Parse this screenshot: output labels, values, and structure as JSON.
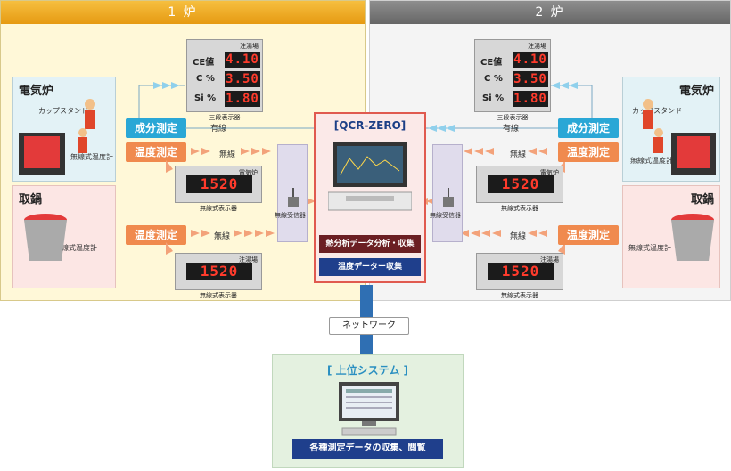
{
  "panels": {
    "left_title": "1 炉",
    "right_title": "2 炉"
  },
  "labels": {
    "electric_furnace": "電気炉",
    "cup_stand": "カップスタンド",
    "wireless_thermometer": "無線式温度計",
    "ladle": "取鍋",
    "component_measure": "成分測定",
    "temperature_measure": "温度測定",
    "wired": "有線",
    "wireless": "無線",
    "pouring_area": "注湯場",
    "furnace_display_tag": "電気炉",
    "three_stage_display": "三段表示器",
    "wireless_display": "無線式表示器",
    "wireless_receiver": "無線受信器"
  },
  "three_stage": {
    "rows": [
      {
        "label": "CE値",
        "value": "4.10"
      },
      {
        "label": "C %",
        "value": "3.50"
      },
      {
        "label": "Si %",
        "value": "1.80"
      }
    ]
  },
  "temperature_value": "1520",
  "center": {
    "title": "[QCR-ZERO]",
    "btn_thermal": "熱分析データ分析・収集",
    "btn_temp": "温度データー収集"
  },
  "network_label": "ネットワーク",
  "upper": {
    "title": "[ 上位システム ]",
    "caption": "各種測定データの収集、閲覧"
  },
  "colors": {
    "panel1": "#fff8d8",
    "panel2": "#f4f4f4",
    "tag_blue": "#2aa7d6",
    "tag_orange": "#f08a4e",
    "led_red": "#ff3b2c",
    "navy": "#1f3f8c",
    "maroon": "#6b1f23"
  }
}
